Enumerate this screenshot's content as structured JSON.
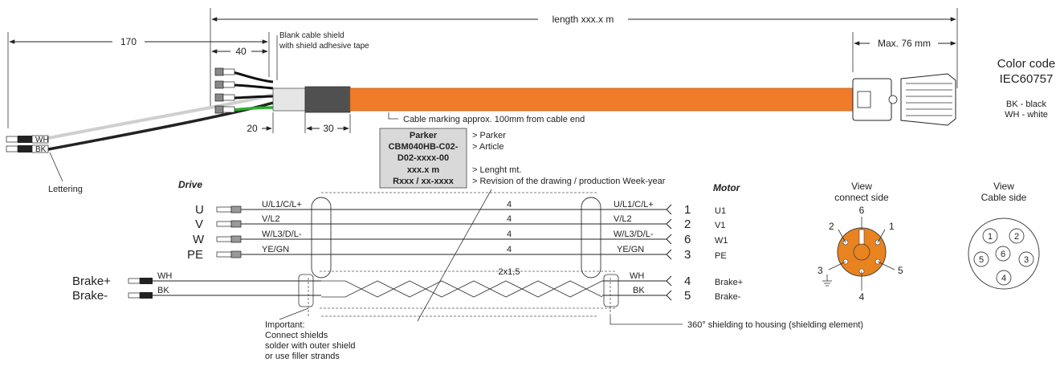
{
  "dimensions": {
    "total_length": "length xxx.x m",
    "strip_length": "170",
    "shield_len": "40",
    "max_connector": "Max. 76 mm",
    "dim_20": "20",
    "dim_30": "30"
  },
  "notes": {
    "blank_shield_line1": "Blank cable shield",
    "blank_shield_line2": "with shield adhesive tape",
    "cable_marking": "Cable marking approx. 100mm from cable end",
    "lettering": "Lettering",
    "shielding_housing": "360° shielding to housing (shielding element)",
    "important": [
      "Important:",
      "Connect shields",
      "solder with outer shield",
      "or use filler strands"
    ]
  },
  "marking_box": {
    "lines": [
      "Parker",
      "CBM040HB-C02-",
      "D02-xxxx-00",
      "xxx.x m",
      "Rxxx / xx-xxxx"
    ],
    "descriptions": [
      "> Parker",
      "> Article",
      "> Lenght mt.",
      "> Revision of the drawing / production Week-year"
    ]
  },
  "color_code": {
    "title1": "Color code",
    "title2": "IEC60757",
    "bk": "BK - black",
    "wh": "WH - white"
  },
  "wire_tags": [
    "BK",
    "WH"
  ],
  "drive_label": "Drive",
  "motor_label": "Motor",
  "wires": [
    {
      "drive": "U",
      "drive_wire": "U/L1/C/L+",
      "count": "4",
      "motor_wire": "U/L1/C/L+",
      "pin": "1",
      "motor": "U1"
    },
    {
      "drive": "V",
      "drive_wire": "V/L2",
      "count": "4",
      "motor_wire": "V/L2",
      "pin": "2",
      "motor": "V1"
    },
    {
      "drive": "W",
      "drive_wire": "W/L3/D/L-",
      "count": "4",
      "motor_wire": "W/L3/D/L-",
      "pin": "6",
      "motor": "W1"
    },
    {
      "drive": "PE",
      "drive_wire": "YE/GN",
      "count": "4",
      "motor_wire": "YE/GN",
      "pin": "3",
      "motor": "PE"
    }
  ],
  "brake_size": "2x1,5",
  "brakes": [
    {
      "drive": "Brake+",
      "drive_wire": "WH",
      "motor_wire": "WH",
      "pin": "4",
      "motor": "Brake+"
    },
    {
      "drive": "Brake-",
      "drive_wire": "BK",
      "motor_wire": "BK",
      "pin": "5",
      "motor": "Brake-"
    }
  ],
  "connect_side": {
    "title1": "View",
    "title2": "connect side",
    "pins": [
      "6",
      "1",
      "2",
      "5",
      "3",
      "4"
    ]
  },
  "cable_side": {
    "title1": "View",
    "title2": "Cable side",
    "pins": [
      "1",
      "2",
      "5",
      "6",
      "3",
      "4"
    ]
  },
  "colors": {
    "cable": "#f07c2a",
    "connector_pin": "#e8831f",
    "line": "#222222"
  }
}
